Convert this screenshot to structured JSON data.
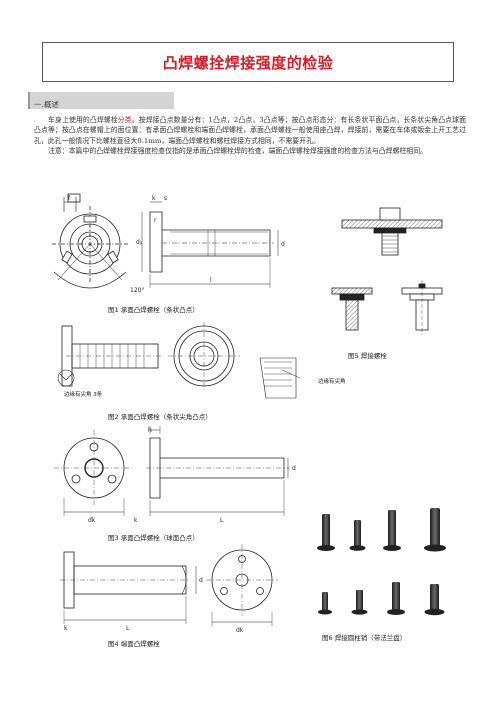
{
  "title": "凸焊螺拴焊接强度的检验",
  "section": {
    "label": "一.概述"
  },
  "paragraphs": {
    "p1_pre": "车身上使用的凸焊螺栓",
    "p1_link": "分类",
    "p1_post": "。按焊接凸点数量分有：1凸点，2凸点，3凸点等；按凸点形态分：有长条状平面凸点，长条状尖角凸点球面凸点等；按凸点在螺帽上的面位置：有承面凸焊螺栓和端面凸焊螺栓，承面凸焊螺栓一般使用座凸焊，焊接前，需要在车体或钣金上开工艺过孔，此孔一般情况下比螺栓直径大0.1mm，端面凸焊螺栓和螺柱焊接方式相同，不需要开孔。",
    "p2": "注意：本篇中的凸焊螺栓焊接强度检查仅指的是承面凸焊螺栓焊的检查，端面凸焊螺栓焊接强度的检查方法与凸焊螺柱相同。"
  },
  "figures": {
    "fig1": {
      "caption": "图1 承面凸焊螺栓（条状凸点）",
      "labels": {
        "angle": "120°",
        "f": "f",
        "k": "k",
        "s": "s",
        "d1": "d₁",
        "d": "d",
        "l": "l",
        "r": "r"
      }
    },
    "fig2": {
      "caption": "图2 承面凸焊螺栓（条状尖角凸点）",
      "note_left": "边缘有尖角 3条",
      "note_right": "边缘有尖角"
    },
    "fig3": {
      "caption": "图3 承面凸焊螺栓（球面凸点）",
      "labels": {
        "h": "h",
        "d": "d",
        "dk": "dk",
        "k": "k",
        "L": "L"
      }
    },
    "fig4": {
      "caption": "图4 端面凸焊螺栓",
      "labels": {
        "d": "d",
        "k": "k",
        "L": "L",
        "dk": "dk"
      }
    },
    "fig5": {
      "caption": "图5 焊接螺栓"
    },
    "fig6": {
      "caption": "图6 焊接圆柱销（带法兰盘）"
    }
  },
  "colors": {
    "title": "#d0202a",
    "section_bg": "#d4d4d4",
    "line": "#222222"
  }
}
